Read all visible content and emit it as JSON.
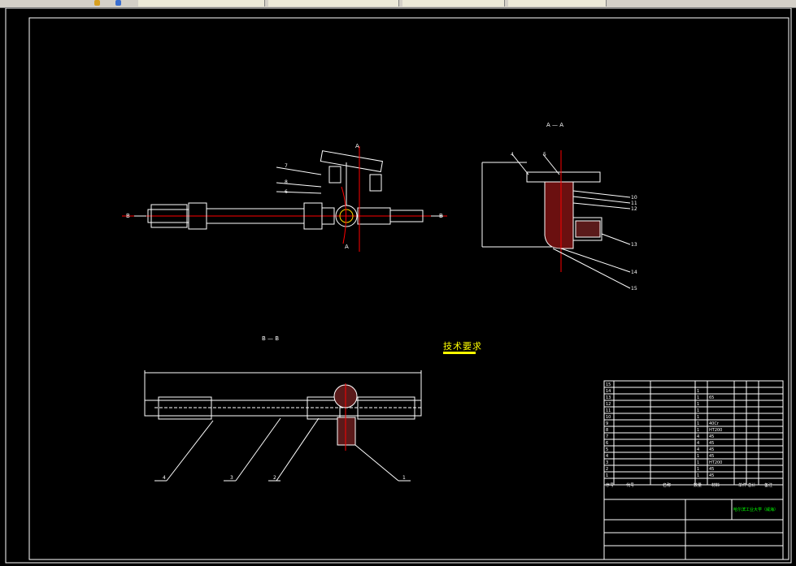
{
  "toolbar": {
    "icons": [
      "tool-icon-1",
      "tool-icon-2"
    ]
  },
  "drawing": {
    "section_aa": "A — A",
    "section_bb": "B — B",
    "tech_req": "技术要求",
    "colors": {
      "outline": "#ffffff",
      "centerline": "#ff0000",
      "hatch": "#ffffff",
      "text": "#ffffff",
      "green": "#00ff00",
      "yellow": "#ffff00"
    },
    "view_labels": {
      "b_left": "B",
      "b_right": "B",
      "a_top": "A",
      "a_bottom": "A"
    },
    "callouts_top": [
      "7",
      "8",
      "6"
    ],
    "callouts_aa": [
      "4",
      "5",
      "10",
      "11",
      "12",
      "13",
      "14",
      "15"
    ],
    "callouts_bb": [
      "4",
      "3",
      "2",
      "1"
    ]
  },
  "title_block": {
    "school": "哈尔滨工业大学（威海）",
    "header": [
      "序号",
      "代号",
      "名称",
      "数量",
      "材料",
      "单件 总计",
      "备注"
    ],
    "rows": [
      {
        "no": "15",
        "name": "",
        "qty": "",
        "mat": ""
      },
      {
        "no": "14",
        "name": "",
        "qty": "1",
        "mat": ""
      },
      {
        "no": "13",
        "name": "",
        "qty": "1",
        "mat": "65"
      },
      {
        "no": "12",
        "name": "",
        "qty": "1",
        "mat": ""
      },
      {
        "no": "11",
        "name": "",
        "qty": "1",
        "mat": ""
      },
      {
        "no": "10",
        "name": "",
        "qty": "1",
        "mat": ""
      },
      {
        "no": "9",
        "name": "",
        "qty": "1",
        "mat": "40Cr"
      },
      {
        "no": "8",
        "name": "",
        "qty": "1",
        "mat": "HT200"
      },
      {
        "no": "7",
        "name": "",
        "qty": "4",
        "mat": "45"
      },
      {
        "no": "6",
        "name": "",
        "qty": "4",
        "mat": "45"
      },
      {
        "no": "5",
        "name": "",
        "qty": "4",
        "mat": "45"
      },
      {
        "no": "4",
        "name": "",
        "qty": "1",
        "mat": "45"
      },
      {
        "no": "3",
        "name": "",
        "qty": "1",
        "mat": "HT200"
      },
      {
        "no": "2",
        "name": "",
        "qty": "1",
        "mat": "45"
      },
      {
        "no": "1",
        "name": "",
        "qty": "1",
        "mat": "45"
      }
    ]
  }
}
